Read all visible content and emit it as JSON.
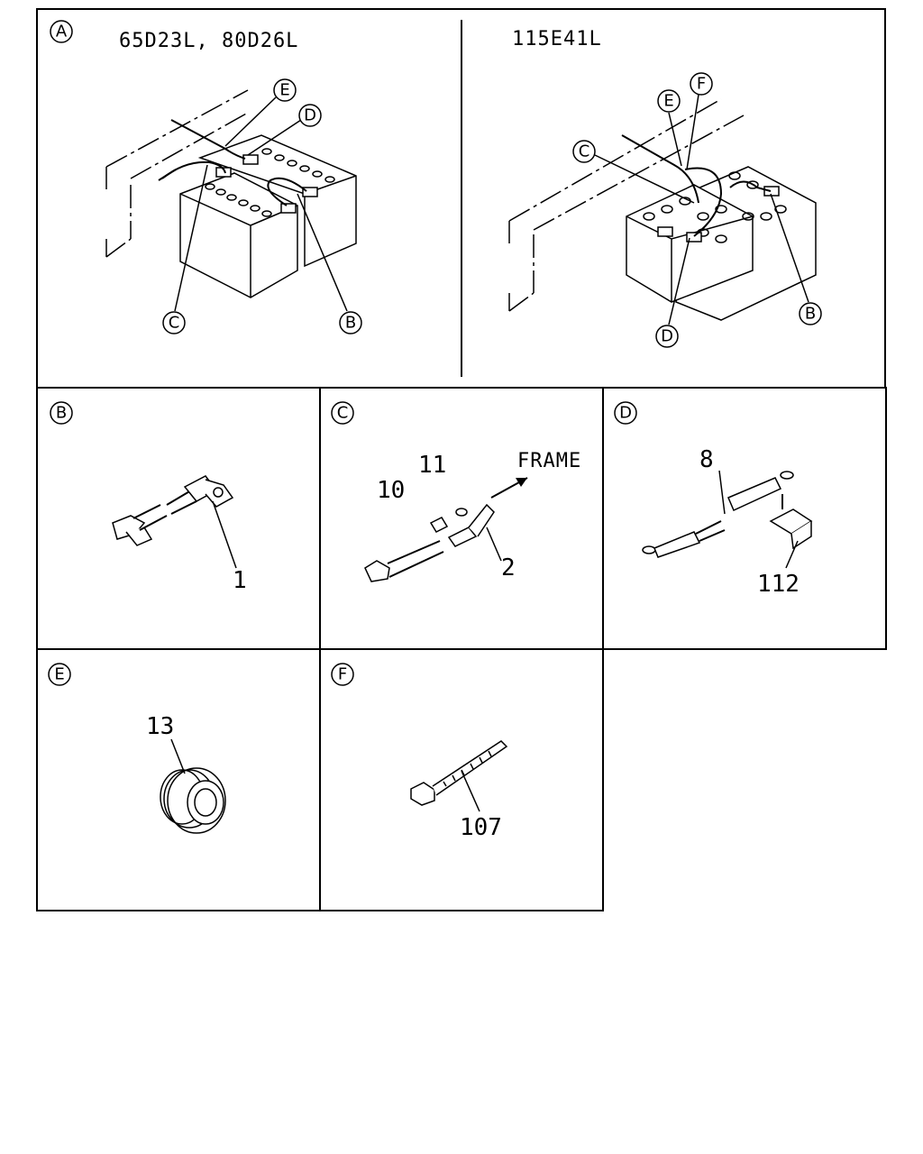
{
  "panel_a": {
    "label": "A",
    "left_title": "65D23L, 80D26L",
    "right_title": "115E41L",
    "left_callouts": {
      "e": "E",
      "d": "D",
      "c": "C",
      "b": "B"
    },
    "right_callouts": {
      "e": "E",
      "f": "F",
      "c": "C",
      "b": "B",
      "d": "D"
    }
  },
  "panel_b": {
    "label": "B",
    "parts": {
      "p1": "1"
    }
  },
  "panel_c": {
    "label": "C",
    "parts": {
      "p10": "10",
      "p11": "11",
      "p2": "2"
    },
    "arrow_text": "FRAME"
  },
  "panel_d": {
    "label": "D",
    "parts": {
      "p8": "8",
      "p112": "112"
    }
  },
  "panel_e": {
    "label": "E",
    "parts": {
      "p13": "13"
    }
  },
  "panel_f": {
    "label": "F",
    "parts": {
      "p107": "107"
    }
  }
}
